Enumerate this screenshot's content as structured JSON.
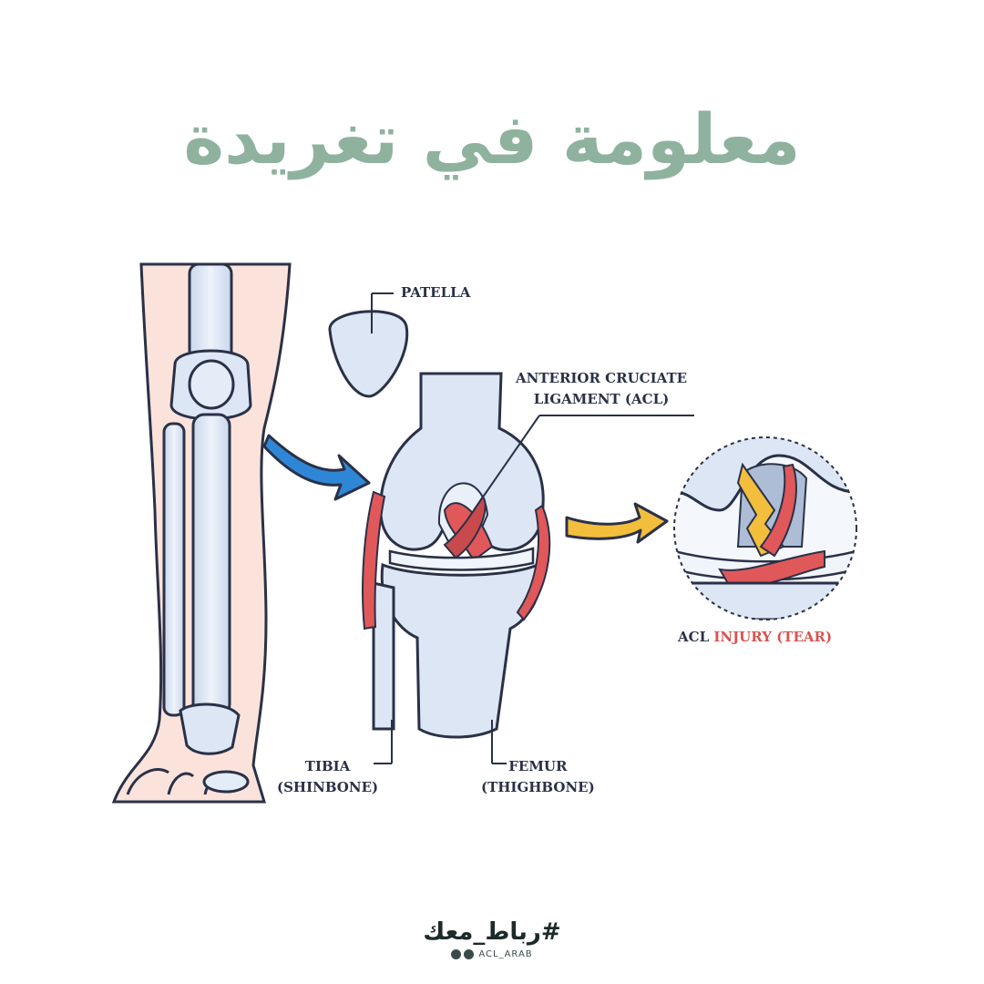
{
  "title": "معلومة في تغريدة",
  "labels": {
    "patella": "PATELLA",
    "acl_line1": "ANTERIOR CRUCIATE",
    "acl_line2": "LIGAMENT (ACL)",
    "tibia_line1": "TIBIA",
    "tibia_line2": "(SHINBONE)",
    "femur_line1": "FEMUR",
    "femur_line2": "(THIGHBONE)",
    "injury_prefix": "ACL",
    "injury_red": "INJURY (TEAR)"
  },
  "brand": {
    "hashtag": "#رباط_معك",
    "handle": "ACL_ARAB",
    "icons": [
      "twitter-icon",
      "instagram-icon"
    ]
  },
  "colors": {
    "title": "#8fb29f",
    "bone": "#dce6f5",
    "bone_outline": "#2a3147",
    "skin": "#fbe3dc",
    "ligament": "#e0585a",
    "arrow_blue": "#2e87d6",
    "arrow_yellow": "#f3be3c"
  }
}
